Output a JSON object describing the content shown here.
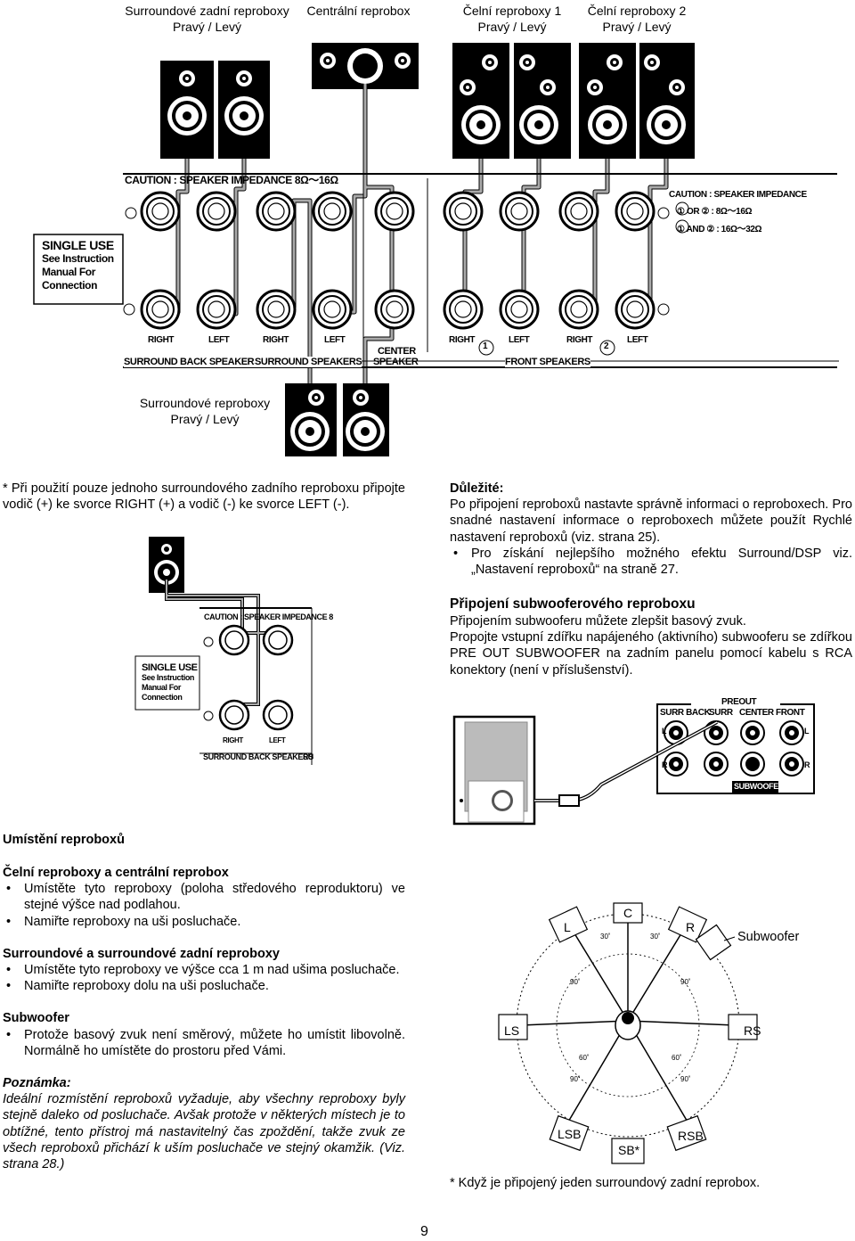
{
  "top_labels": {
    "surr_back": [
      "Surroundové zadní reproboxy",
      "Pravý / Levý"
    ],
    "center": [
      "Centrální reprobox"
    ],
    "front1": [
      "Čelní reproboxy 1",
      "Pravý / Levý"
    ],
    "front2": [
      "Čelní reproboxy 2",
      "Pravý / Levý"
    ],
    "surround": [
      "Surroundové reproboxy",
      "Pravý / Levý"
    ]
  },
  "panel": {
    "caution_left": "CAUTION : SPEAKER  IMPEDANCE 8Ω～16Ω",
    "caution_right": "CAUTION : SPEAKER  IMPEDANCE",
    "caution_r1": "① OR ② :  8Ω～16Ω",
    "caution_r2": "① AND ② :  16Ω～32Ω",
    "single_use": "SINGLE USE",
    "single_use_note": [
      "See Instruction",
      "Manual For",
      "Connection"
    ],
    "plus": "+",
    "minus": "−",
    "right": "RIGHT",
    "left": "LEFT",
    "center": "CENTER",
    "speaker": "SPEAKER",
    "surround_back_speakers": "SURROUND BACK SPEAKERS",
    "surround_speakers": "SURROUND SPEAKERS",
    "front_speakers": "FRONT SPEAKERS",
    "num1": "1",
    "num2": "2"
  },
  "small_panel": {
    "caution": "CAUTION : SPEAKER  IMPEDANCE 8",
    "single_use": "SINGLE USE",
    "note": [
      "See Instruction",
      "Manual For",
      "Connection"
    ],
    "right": "RIGHT",
    "left": "LEFT",
    "surround_back": "SURROUND BACK SPEAKERS",
    "su": "SU"
  },
  "note_single": "* Při použití pouze jednoho surroundového zadního reproboxu připojte vodič (+) ke svorce RIGHT (+) a vodič (-) ke svorce LEFT (-).",
  "important": {
    "title": "Důležité:",
    "text": "Po připojení reproboxů nastavte správně informaci o reproboxech. Pro snadné nastavení informace o reproboxech můžete použít Rychlé nastavení reproboxů (viz. strana 25).",
    "bullet": "Pro získání nejlepšího možného efektu Surround/DSP viz. „Nastavení reproboxů“ na straně 27."
  },
  "subwoofer_section": {
    "title": "Připojení subwooferového reproboxu",
    "line1": "Připojením subwooferu můžete zlepšit basový zvuk.",
    "line2": "Propojte vstupní zdířku napájeného (aktivního) subwooferu se zdířkou PRE OUT SUBWOOFER na zadním panelu pomocí kabelu s RCA konektory (není v příslušenství)."
  },
  "preout": {
    "title": "PREOUT",
    "cols": [
      "SURR BACK",
      "SURR",
      "CENTER",
      "FRONT"
    ],
    "l": "L",
    "r": "R",
    "subwoofer": "SUBWOOFER"
  },
  "placement": {
    "title": "Umístění reproboxů",
    "front_title": "Čelní reproboxy a centrální reprobox",
    "front_bullets": [
      "Umístěte tyto reproboxy (poloha středového reproduktoru) ve stejné výšce nad podlahou.",
      "Namiřte reproboxy na uši posluchače."
    ],
    "surround_title": "Surroundové a surroundové zadní reproboxy",
    "surround_bullets": [
      "Umístěte tyto reproboxy ve výšce cca 1 m nad ušima posluchače.",
      "Namiřte reproboxy dolu na uši posluchače."
    ],
    "sub_title": "Subwoofer",
    "sub_bullets": [
      "Protože basový zvuk není směrový, můžete ho umístit libovolně. Normálně ho umístěte do prostoru před Vámi."
    ],
    "note_title": "Poznámka:",
    "note_text": "Ideální rozmístění reproboxů vyžaduje, aby všechny reproboxy byly stejně daleko od posluchače. Avšak protože v některých místech je to obtížné, tento přístroj má nastavitelný čas zpoždění, takže zvuk ze všech reproboxů přichází k uším posluchače ve stejný okamžik. (Viz. strana 28.)"
  },
  "layout_diagram": {
    "C": "C",
    "L": "L",
    "R": "R",
    "LS": "LS",
    "RS": "RS",
    "LSB": "LSB",
    "RSB": "RSB",
    "SB": "SB*",
    "subwoofer": "Subwoofer",
    "a30": "30˚",
    "a90": "90˚",
    "a60": "60˚",
    "footnote": "* Když je připojený jeden surroundový zadní reprobox."
  },
  "page_number": "9"
}
